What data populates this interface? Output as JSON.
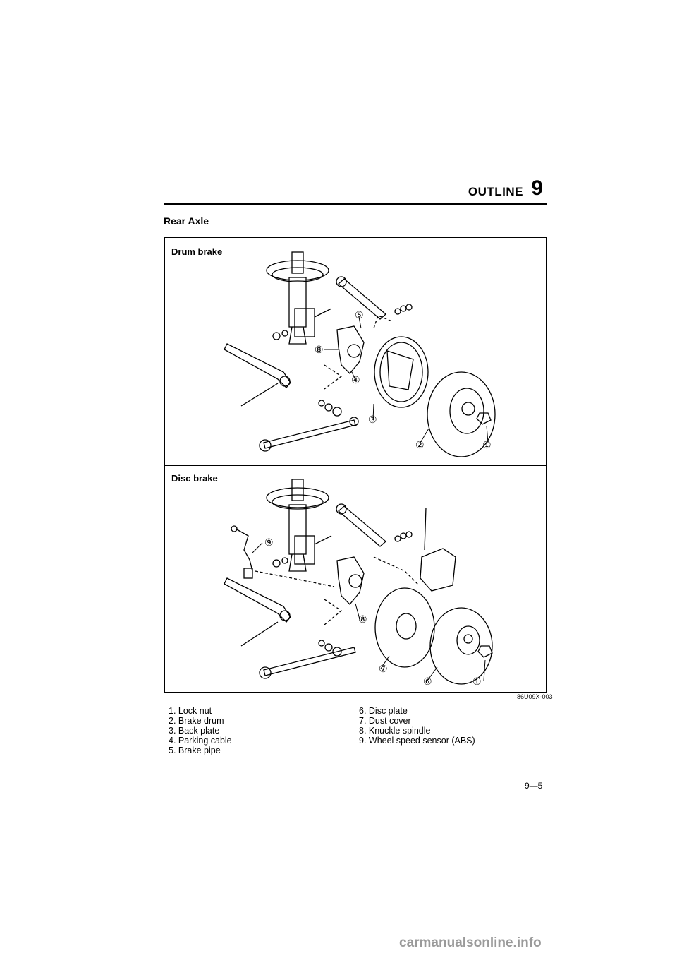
{
  "header": {
    "section_word": "OUTLINE",
    "section_number": "9"
  },
  "section_title": "Rear Axle",
  "panels": {
    "drum": {
      "label": "Drum brake",
      "callouts": [
        "⑤",
        "⑧",
        "④",
        "③",
        "②",
        "①"
      ]
    },
    "disc": {
      "label": "Disc brake",
      "callouts": [
        "⑨",
        "⑧",
        "⑦",
        "⑥",
        "①"
      ]
    }
  },
  "figure_code": "86U09X-003",
  "legend": {
    "left": [
      "1. Lock nut",
      "2. Brake drum",
      "3. Back plate",
      "4. Parking cable",
      "5. Brake pipe"
    ],
    "right": [
      "6. Disc plate",
      "7. Dust cover",
      "8. Knuckle spindle",
      "9. Wheel speed sensor (ABS)"
    ]
  },
  "page_number": "9—5",
  "watermark": "carmanualsonline.info"
}
